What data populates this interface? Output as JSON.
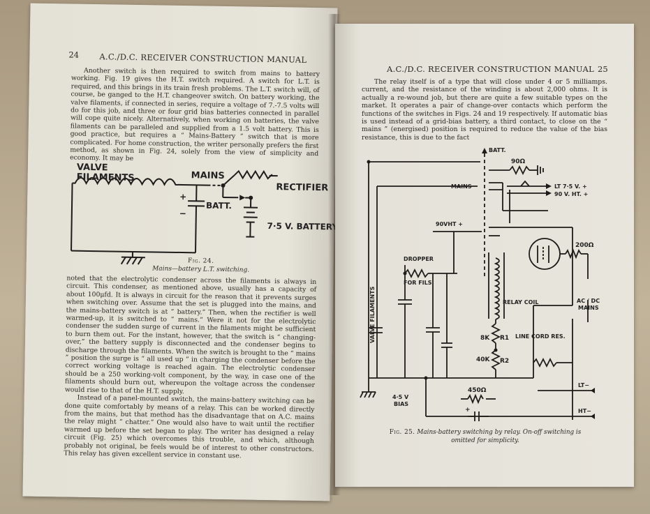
{
  "left_page": {
    "page_number": "24",
    "running_head": "A.C./D.C. RECEIVER CONSTRUCTION MANUAL",
    "para1": "Another switch is then required to switch from mains to battery working. Fig. 19 gives the H.T. switch required. A switch for L.T. is required, and this brings in its train fresh problems. The L.T. switch will, of course, be ganged to the H.T. changeover switch. On battery working, the valve filaments, if connected in series, require a voltage of 7.-7.5 volts will do for this job, and three or four grid bias batteries connected in parallel will cope quite nicely. Alternatively, when working on batteries, the valve filaments can be paralleled and supplied from a 1.5 volt battery. This is good practice, but requires a “ Mains-Battery ” switch that is more complicated. For home construction, the writer personally prefers the first method, as shown in Fig. 24, solely from the view of simplicity and economy. It may be",
    "figure": {
      "labels": {
        "valve_filaments_1": "VALVE",
        "valve_filaments_2": "FILAMENTS",
        "mains": "MAINS",
        "rectifier": "RECTIFIER",
        "batt": "BATT.",
        "battery": "7·5 V. BATTERY",
        "plus": "+",
        "minus": "−"
      },
      "caption_number": "Fig. 24.",
      "caption_text": "Mains—battery L.T. switching."
    },
    "para2": "noted that the electrolytic condenser across the filaments is always in circuit. This condenser, as mentioned above, usually has a capacity of about 100μfd. It is always in circuit for the reason that it prevents surges when switching over. Assume that the set is plugged into the mains, and the mains-battery switch is at “ battery.” Then, when the rectifier is well warmed-up, it is switched to “ mains.” Were it not for the electrolytic condenser the sudden surge of current in the filaments might be sufficient to burn them out. For the instant, however, that the switch is “ changing-over,” the battery supply is disconnected and the condenser begins to discharge through the filaments. When the switch is brought to the “ mains ” position the surge is “ all used up ” in charging the condenser before the correct working voltage is reached again. The electrolytic condenser should be a 250 working-volt component, by the way, in case one of the filaments should burn out, whereupon the voltage across the condenser would rise to that of the H.T. supply.",
    "para3": "Instead of a panel-mounted switch, the mains-battery switching can be done quite comfortably by means of a relay. This can be worked directly from the mains, but that method has the disadvantage that on A.C. mains the relay might “ chatter.” One would also have to wait until the rectifier warmed up before the set began to play. The writer has designed a relay circuit (Fig. 25) which overcomes this trouble, and which, although probably not original, be feels would be of interest to other constructors. This relay has given excellent service in constant use."
  },
  "right_page": {
    "page_number": "25",
    "running_head": "A.C./D.C. RECEIVER CONSTRUCTION MANUAL",
    "para1": "The relay itself is of a type that will close under 4 or 5 milliamps. current, and the resistance of the winding is about 2,000 ohms. It is actually a re-wound job, but there are quite a few suitable types on the market. It operates a pair of change-over contacts which perform the functions of the switches in Figs. 24 and 19 respectively. If automatic bias is used instead of a grid-bias battery, a third contact, to close on the “ mains ” (energised) position is required to reduce the value of the bias resistance, this is due to the fact",
    "figure": {
      "labels": {
        "batt": "BATT.",
        "r90": "90Ω",
        "mains": "MAINS",
        "lt": "LT 7·5 V. +",
        "ht": "90 V. HT. +",
        "vht": "90VHT +",
        "r200": "200Ω",
        "dropper": "DROPPER",
        "for_fils": "FOR FILS.",
        "valve_filaments": "VALVE FILAMENTS",
        "relay_coil": "RELAY COIL",
        "acdc_1": "AC / DC",
        "acdc_2": "MAINS",
        "r1": "8K",
        "r1_name": "R1",
        "line_cord": "LINE CORD RES.",
        "r2": "40K",
        "r2_name": "R2",
        "lt_minus": "LT−",
        "ht_minus": "HT−",
        "bias_1": "4·5 V",
        "bias_2": "BIAS",
        "r450": "450Ω",
        "plus": "+"
      },
      "caption_number": "Fig. 25.",
      "caption_text": "Mains-battery switching by relay. On-off switching is omitted for simplicity."
    }
  }
}
